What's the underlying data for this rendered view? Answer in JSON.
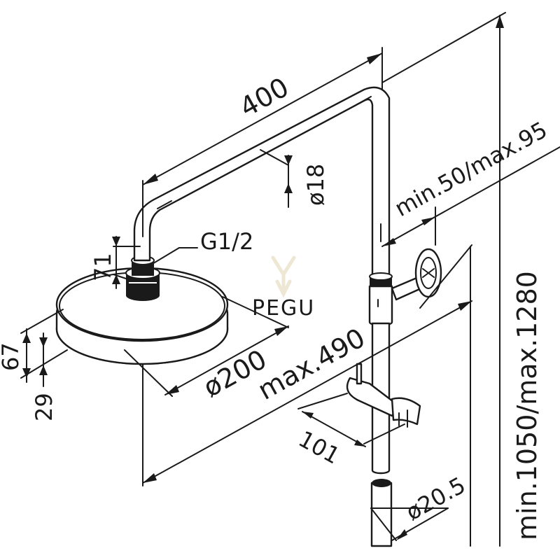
{
  "dimensions": {
    "arm_length": "400",
    "arm_diameter": "ø18",
    "projection": "min.50/max.95",
    "height_range": "min.1050/max.1280",
    "reach": "max.490",
    "head_diameter": "ø200",
    "thread": "G1/2",
    "nut_height": "71",
    "head_height": "67",
    "head_rim": "29",
    "holder_depth": "101",
    "riser_diameter": "ø20.5"
  },
  "watermark": {
    "text": "PEGU"
  }
}
